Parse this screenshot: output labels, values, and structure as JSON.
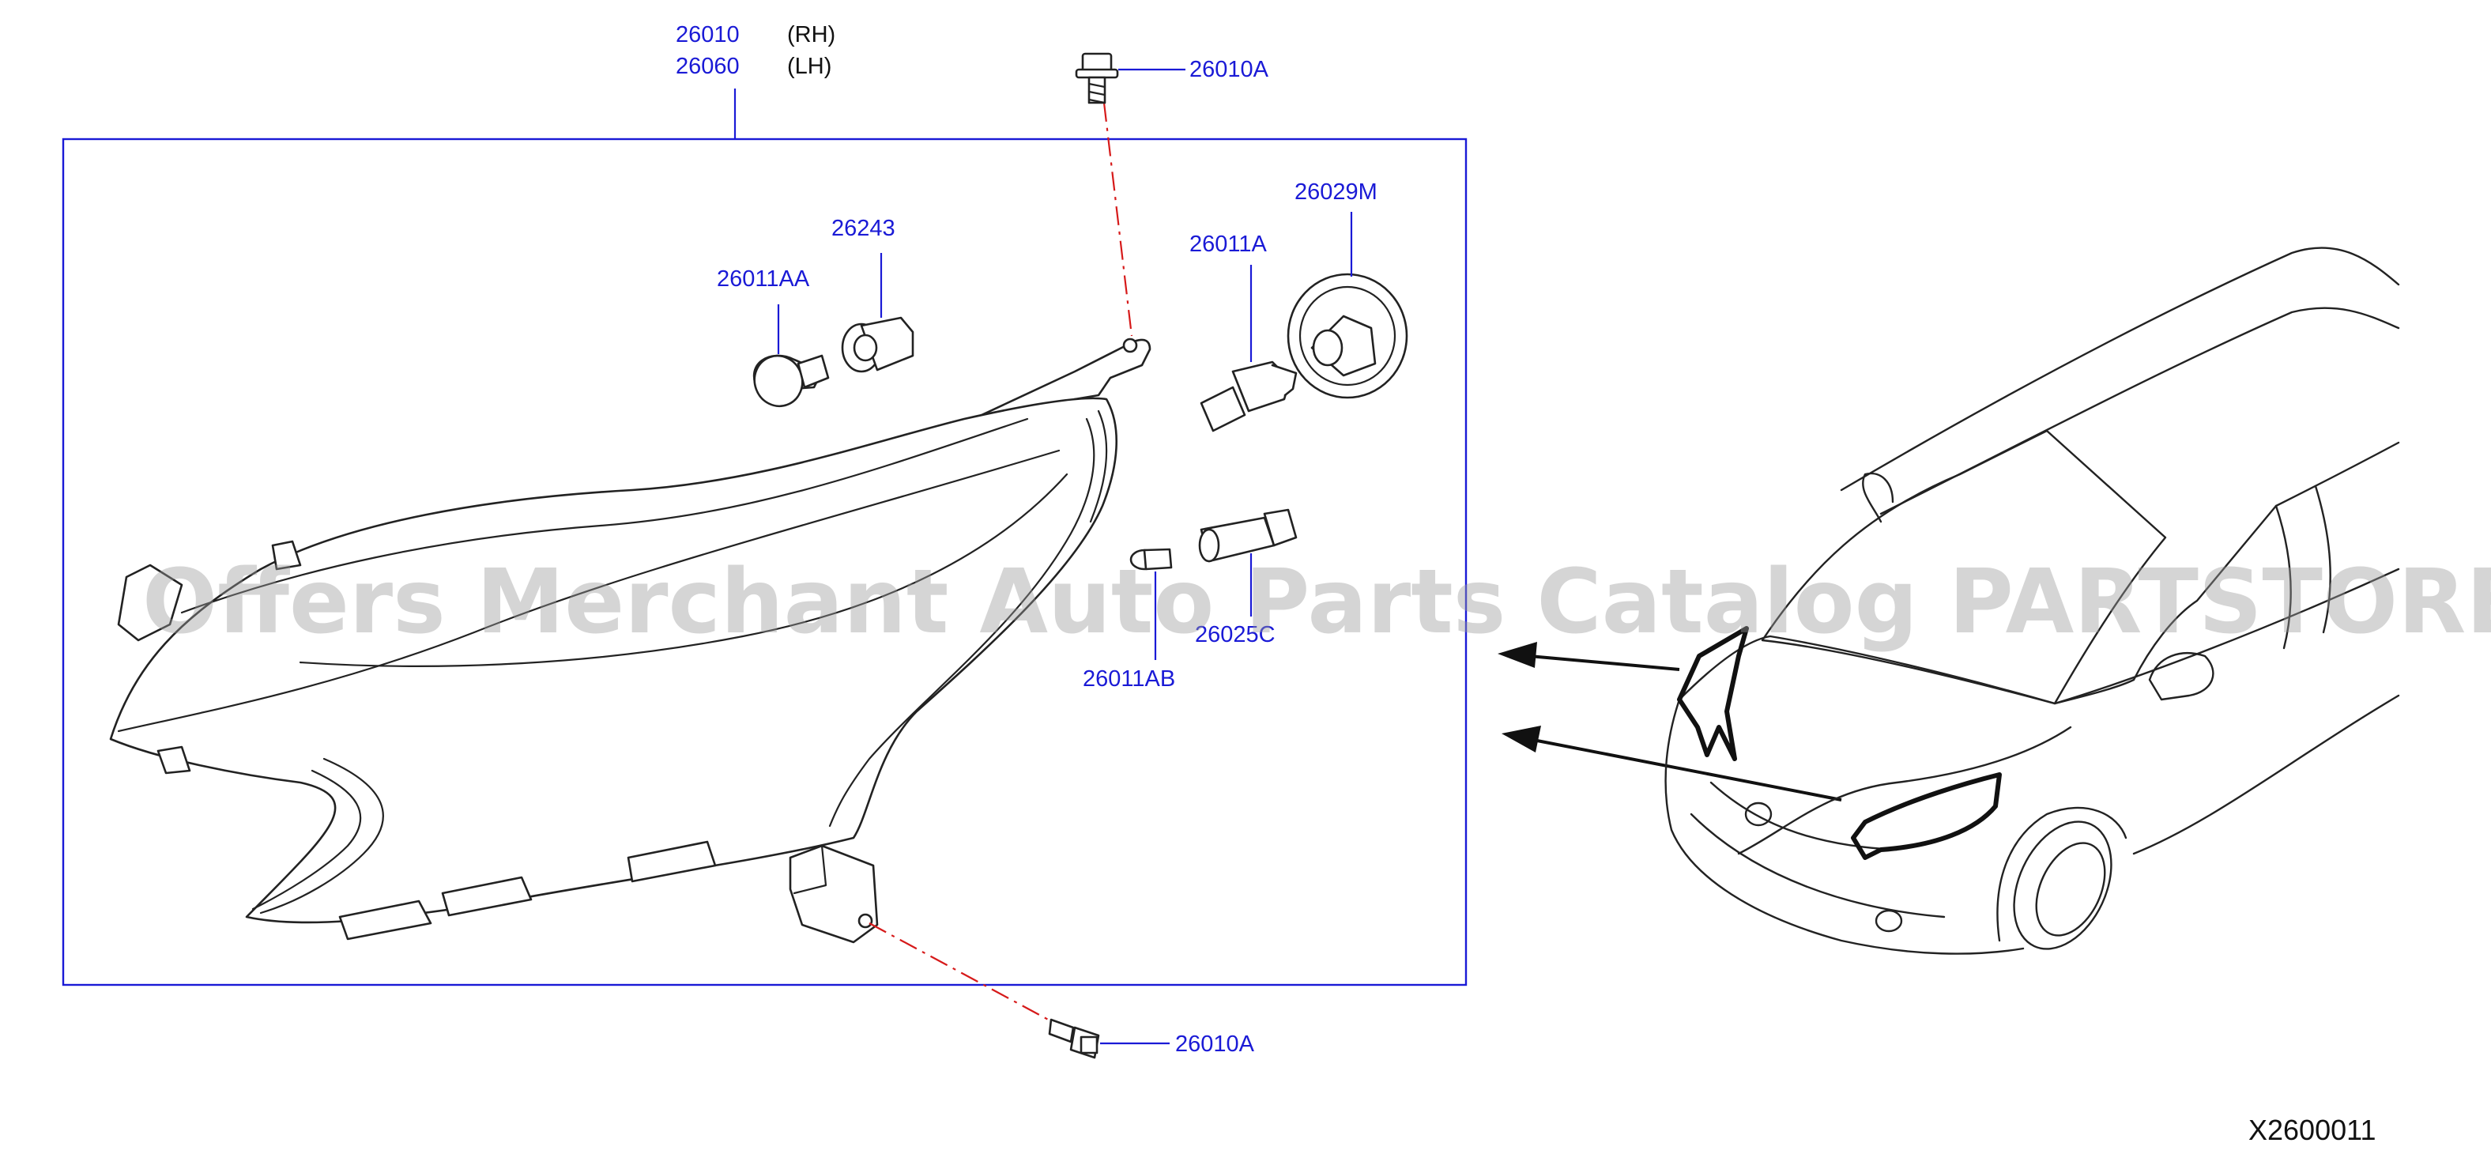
{
  "callouts": {
    "c26010": {
      "part": "26010",
      "suffix": "(RH)"
    },
    "c26060": {
      "part": "26060",
      "suffix": "(LH)"
    },
    "c26010A_top": {
      "part": "26010A"
    },
    "c26010A_bottom": {
      "part": "26010A"
    },
    "c26243": {
      "part": "26243"
    },
    "c26011AA": {
      "part": "26011AA"
    },
    "c26029M": {
      "part": "26029M"
    },
    "c26011A": {
      "part": "26011A"
    },
    "c26025C": {
      "part": "26025C"
    },
    "c26011AB": {
      "part": "26011AB"
    }
  },
  "reference_code": "X2600011",
  "watermark": "Offers Merchant Auto Parts Catalog PARTSTORE.SA",
  "colors": {
    "callout_text": "#1a1ad6",
    "assembly_frame": "#1a1ad6",
    "dash_line": "#d61a1a",
    "drawing": "#222222"
  }
}
